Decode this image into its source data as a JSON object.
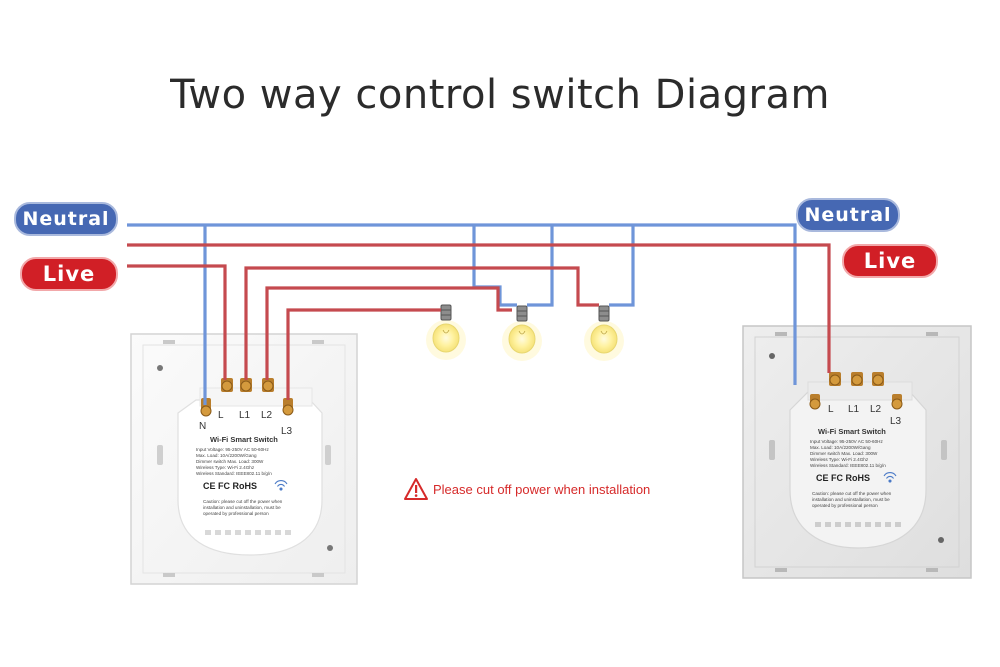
{
  "title": "Two way control switch Diagram",
  "left_labels": {
    "neutral": "Neutral",
    "live": "Live"
  },
  "right_labels": {
    "neutral": "Neutral",
    "live": "Live"
  },
  "warning": "Please cut off power when installation",
  "left_switch": {
    "terminals": [
      "N",
      "L",
      "L1",
      "L2",
      "L3"
    ],
    "heading": "Wi-Fi Smart Switch",
    "specs": [
      "Input Voltage: 95-250V AC 50-60Hz",
      "Max. Load: 10A/2200W/Gang",
      "Dimmer switch Max. Load: 300W",
      "Wireless Type: Wi-Fi 2.4Ghz",
      "Wireless Standard: IEEE802.11 b/g/n"
    ],
    "certs": "CE FC RoHS",
    "caution": [
      "Caution: please cut off the power when",
      "installation and uninstallation, must be",
      "operated by professional person"
    ]
  },
  "right_switch": {
    "terminals": [
      "L",
      "L1",
      "L2",
      "L3"
    ],
    "heading": "Wi-Fi Smart Switch",
    "specs": [
      "Input Voltage: 95-250V AC 50-60Hz",
      "Max. Load: 10A/2200W/Gang",
      "Dimmer switch Max. Load: 300W",
      "Wireless Type: Wi-Fi 2.4Ghz",
      "Wireless Standard: IEEE802.11 b/g/n"
    ],
    "certs": "CE FC RoHS",
    "caution": [
      "Caution: please cut off the power when",
      "installation and uninstallation, must be",
      "operated by professional person"
    ]
  },
  "colors": {
    "neutral_wire": "#6f95d9",
    "live_wire": "#c54a4f",
    "neutral_label": "#4668b3",
    "live_label": "#d11f26",
    "warning": "#d62a2a"
  }
}
